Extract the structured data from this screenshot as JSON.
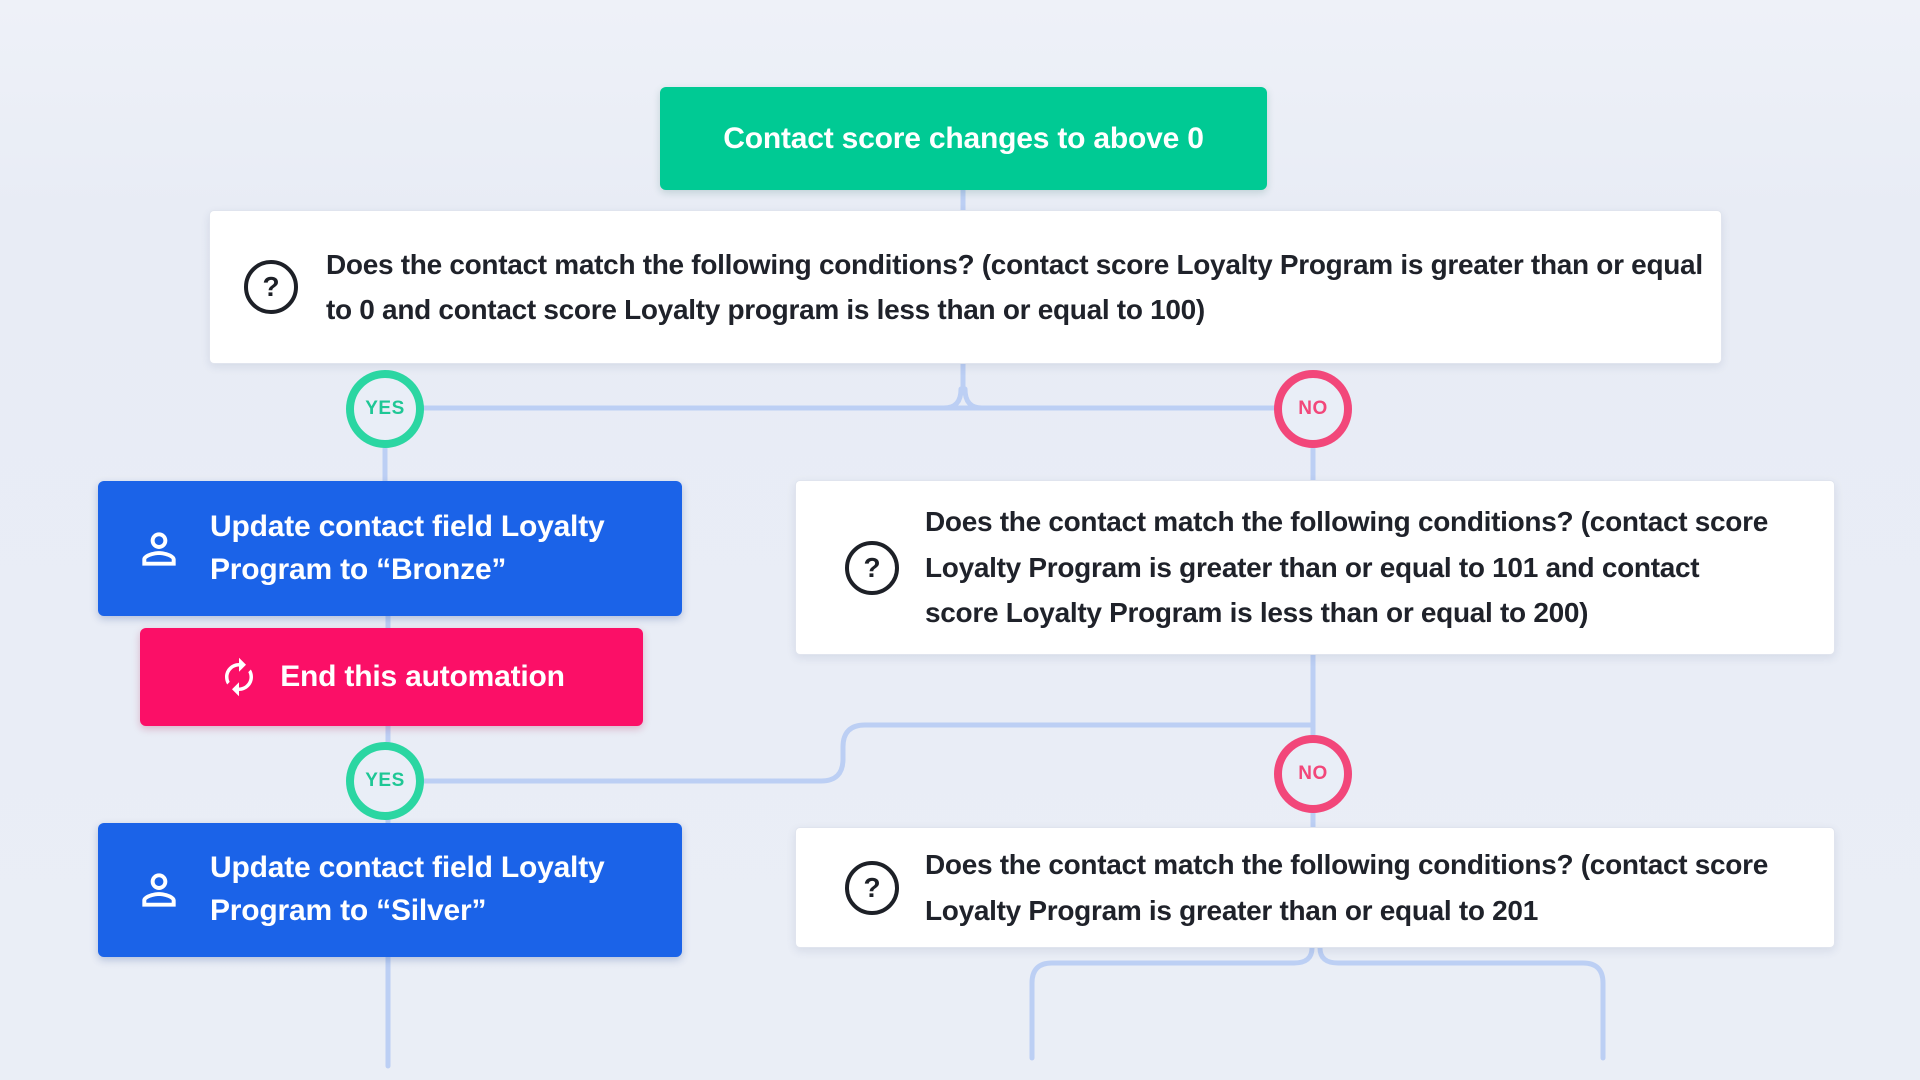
{
  "labels": {
    "yes": "YES",
    "no": "NO"
  },
  "trigger": {
    "label": "Contact score changes to above 0"
  },
  "conditions": [
    {
      "text": "Does the contact match the following conditions? (contact score Loyalty Program is greater than or equal to 0 and contact score Loyalty program is less than or equal to 100)"
    },
    {
      "text": "Does the contact match the following conditions? (contact score Loyalty Program is greater than or equal to 101 and contact score Loyalty Program is less than or equal to 200)"
    },
    {
      "text": "Does the contact match the following conditions? (contact score Loyalty Program is greater than or equal to 201"
    }
  ],
  "actions": {
    "bronze": {
      "label": "Update contact field Loyalty Program to “Bronze”"
    },
    "silver": {
      "label": "Update contact field Loyalty Program to “Silver”"
    },
    "end": {
      "label": "End this automation"
    }
  },
  "icons": {
    "question_glyph": "?",
    "question": "question-mark-icon",
    "person": "person-icon",
    "sync": "sync-icon"
  },
  "colors": {
    "background": "#e9edf6",
    "trigger_green": "#00ca94",
    "action_blue": "#1b63e8",
    "end_pink": "#fb0f67",
    "yes_green": "#2bd6a2",
    "no_pink": "#f2477a",
    "connector": "#bccff4"
  }
}
